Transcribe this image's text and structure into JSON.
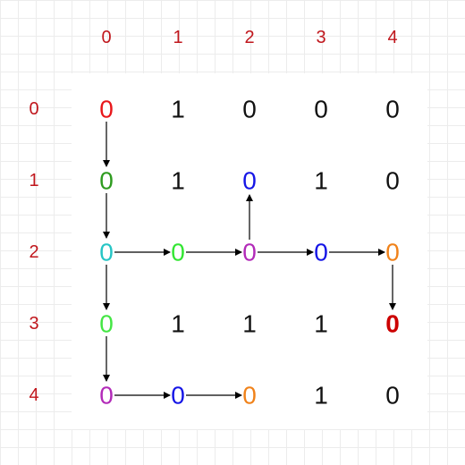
{
  "colors": {
    "index_labels": "#c0161c",
    "arrow": "#000000",
    "default_cell": "#111111"
  },
  "col_labels": [
    "0",
    "1",
    "2",
    "3",
    "4"
  ],
  "row_labels": [
    "0",
    "1",
    "2",
    "3",
    "4"
  ],
  "grid": [
    [
      {
        "v": "0",
        "c": "#e8171b"
      },
      {
        "v": "1",
        "c": "#111111"
      },
      {
        "v": "0",
        "c": "#111111"
      },
      {
        "v": "0",
        "c": "#111111"
      },
      {
        "v": "0",
        "c": "#111111"
      }
    ],
    [
      {
        "v": "0",
        "c": "#2e9b1f"
      },
      {
        "v": "1",
        "c": "#111111"
      },
      {
        "v": "0",
        "c": "#1515e6"
      },
      {
        "v": "1",
        "c": "#111111"
      },
      {
        "v": "0",
        "c": "#111111"
      }
    ],
    [
      {
        "v": "0",
        "c": "#26c5c5"
      },
      {
        "v": "0",
        "c": "#33e633"
      },
      {
        "v": "0",
        "c": "#b22ab8"
      },
      {
        "v": "0",
        "c": "#1515e6"
      },
      {
        "v": "0",
        "c": "#f0821a"
      }
    ],
    [
      {
        "v": "0",
        "c": "#44e644"
      },
      {
        "v": "1",
        "c": "#111111"
      },
      {
        "v": "1",
        "c": "#111111"
      },
      {
        "v": "1",
        "c": "#111111"
      },
      {
        "v": "0",
        "c": "#cc0000",
        "bold": true
      }
    ],
    [
      {
        "v": "0",
        "c": "#b22ab8"
      },
      {
        "v": "0",
        "c": "#1515e6"
      },
      {
        "v": "0",
        "c": "#f0821a"
      },
      {
        "v": "1",
        "c": "#111111"
      },
      {
        "v": "0",
        "c": "#111111"
      }
    ]
  ],
  "arrows": [
    {
      "from": [
        0,
        0
      ],
      "to": [
        1,
        0
      ]
    },
    {
      "from": [
        1,
        0
      ],
      "to": [
        2,
        0
      ]
    },
    {
      "from": [
        2,
        0
      ],
      "to": [
        2,
        1
      ]
    },
    {
      "from": [
        2,
        0
      ],
      "to": [
        3,
        0
      ]
    },
    {
      "from": [
        2,
        1
      ],
      "to": [
        2,
        2
      ]
    },
    {
      "from": [
        2,
        2
      ],
      "to": [
        1,
        2
      ]
    },
    {
      "from": [
        2,
        2
      ],
      "to": [
        2,
        3
      ]
    },
    {
      "from": [
        2,
        3
      ],
      "to": [
        2,
        4
      ]
    },
    {
      "from": [
        2,
        4
      ],
      "to": [
        3,
        4
      ]
    },
    {
      "from": [
        3,
        0
      ],
      "to": [
        4,
        0
      ]
    },
    {
      "from": [
        4,
        0
      ],
      "to": [
        4,
        1
      ]
    },
    {
      "from": [
        4,
        1
      ],
      "to": [
        4,
        2
      ]
    }
  ]
}
